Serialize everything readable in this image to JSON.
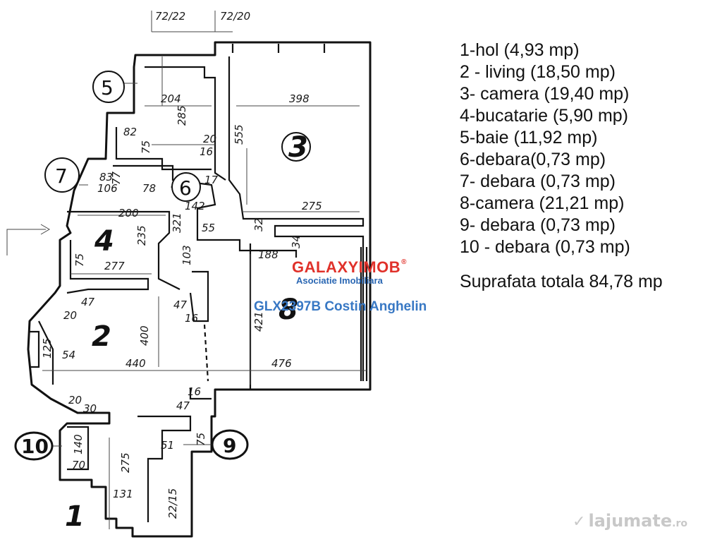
{
  "legend": {
    "items": [
      "1-hol (4,93 mp)",
      "2 - living (18,50 mp)",
      "3- camera (19,40 mp)",
      "4-bucatarie (5,90 mp)",
      "5-baie (11,92 mp)",
      "6-debara(0,73 mp)",
      "7- debara (0,73 mp)",
      "8-camera (21,21 mp)",
      "9- debara (0,73 mp)",
      "10 - debara (0,73 mp)"
    ],
    "total": "Suprafata totala 84,78 mp"
  },
  "watermark": {
    "brand": "GALAXYIMOB",
    "registered": "®",
    "subtitle": "Asociatie Imobiliara",
    "agent": "GLX2397B Costin Anghelin",
    "site": "lajumate",
    "site_domain": ".ro",
    "brand_color": "#e0312a",
    "accent_color": "#2a67b3"
  },
  "plan": {
    "header_marks": [
      "72/22",
      "72/20"
    ],
    "rooms": {
      "r1": "1",
      "r2": "2",
      "r3": "3",
      "r4": "4",
      "r8": "8"
    },
    "circled": {
      "c5": "5",
      "c6": "6",
      "c7": "7",
      "c9": "9",
      "c10": "10"
    },
    "dims": {
      "d204": "204",
      "d285": "285",
      "d82": "82",
      "d75a": "75",
      "d20a": "20",
      "d16a": "16",
      "d555": "555",
      "d398": "398",
      "d17": "17",
      "d83": "83",
      "d106": "106",
      "d77": "77",
      "d78": "78",
      "d200": "200",
      "d142": "142",
      "d275a": "275",
      "d32": "32",
      "d55": "55",
      "d188": "188",
      "d34": "34",
      "d235": "235",
      "d321": "321",
      "d103": "103",
      "d75b": "75",
      "d277": "277",
      "d47a": "47",
      "d47b": "47",
      "d20b": "20",
      "d16b": "16",
      "d400": "400",
      "d421": "421",
      "d125": "125",
      "d54": "54",
      "d440": "440",
      "d476": "476",
      "d20c": "20",
      "d30": "30",
      "d16c": "16",
      "d47c": "47",
      "d140": "140",
      "d70": "70",
      "d51": "51",
      "d75c": "75",
      "d275b": "275",
      "d131": "131",
      "d2215": "22/15"
    }
  }
}
